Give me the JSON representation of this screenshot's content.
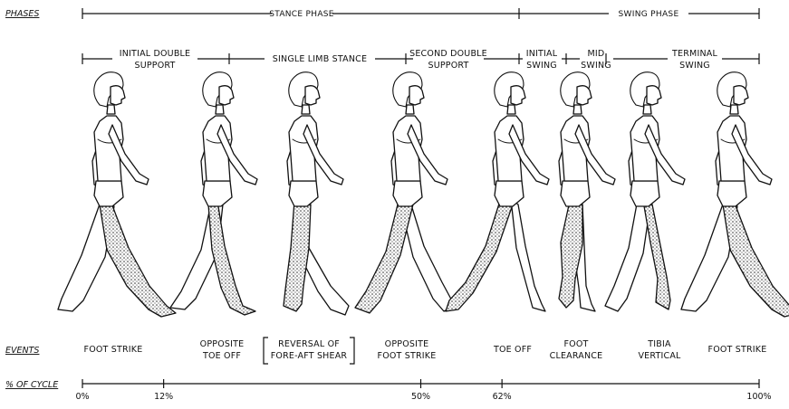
{
  "row_labels": {
    "phases": "PHASES",
    "events": "EVENTS",
    "cycle": "% OF CYCLE"
  },
  "phases": [
    {
      "label": "STANCE PHASE"
    },
    {
      "label": "SWING PHASE"
    }
  ],
  "subphases": [
    {
      "lines": [
        "INITIAL DOUBLE",
        "SUPPORT"
      ]
    },
    {
      "lines": [
        "SINGLE LIMB STANCE"
      ]
    },
    {
      "lines": [
        "SECOND DOUBLE",
        "SUPPORT"
      ]
    },
    {
      "lines": [
        "INITIAL",
        "SWING"
      ]
    },
    {
      "lines": [
        "MID",
        "SWING"
      ]
    },
    {
      "lines": [
        "TERMINAL",
        "SWING"
      ]
    }
  ],
  "events": [
    {
      "lines": [
        "FOOT STRIKE"
      ],
      "boxed": false
    },
    {
      "lines": [
        "OPPOSITE",
        "TOE OFF"
      ],
      "boxed": false
    },
    {
      "lines": [
        "REVERSAL OF",
        "FORE-AFT SHEAR"
      ],
      "boxed": true
    },
    {
      "lines": [
        "OPPOSITE",
        "FOOT STRIKE"
      ],
      "boxed": false
    },
    {
      "lines": [
        "TOE OFF"
      ],
      "boxed": false
    },
    {
      "lines": [
        "FOOT",
        "CLEARANCE"
      ],
      "boxed": false
    },
    {
      "lines": [
        "TIBIA",
        "VERTICAL"
      ],
      "boxed": false
    },
    {
      "lines": [
        "FOOT STRIKE"
      ],
      "boxed": false
    }
  ],
  "cycle_ticks": [
    {
      "label": "0%",
      "value": 0
    },
    {
      "label": "12%",
      "value": 12
    },
    {
      "label": "50%",
      "value": 50
    },
    {
      "label": "62%",
      "value": 62
    },
    {
      "label": "100%",
      "value": 100
    }
  ],
  "figures": [
    {
      "pose": "foot-strike"
    },
    {
      "pose": "opposite-toe-off"
    },
    {
      "pose": "mid-stance"
    },
    {
      "pose": "opposite-foot-strike"
    },
    {
      "pose": "toe-off"
    },
    {
      "pose": "foot-clearance"
    },
    {
      "pose": "tibia-vertical"
    },
    {
      "pose": "foot-strike"
    }
  ],
  "colors": {
    "ink": "#111111",
    "paper": "#ffffff"
  }
}
